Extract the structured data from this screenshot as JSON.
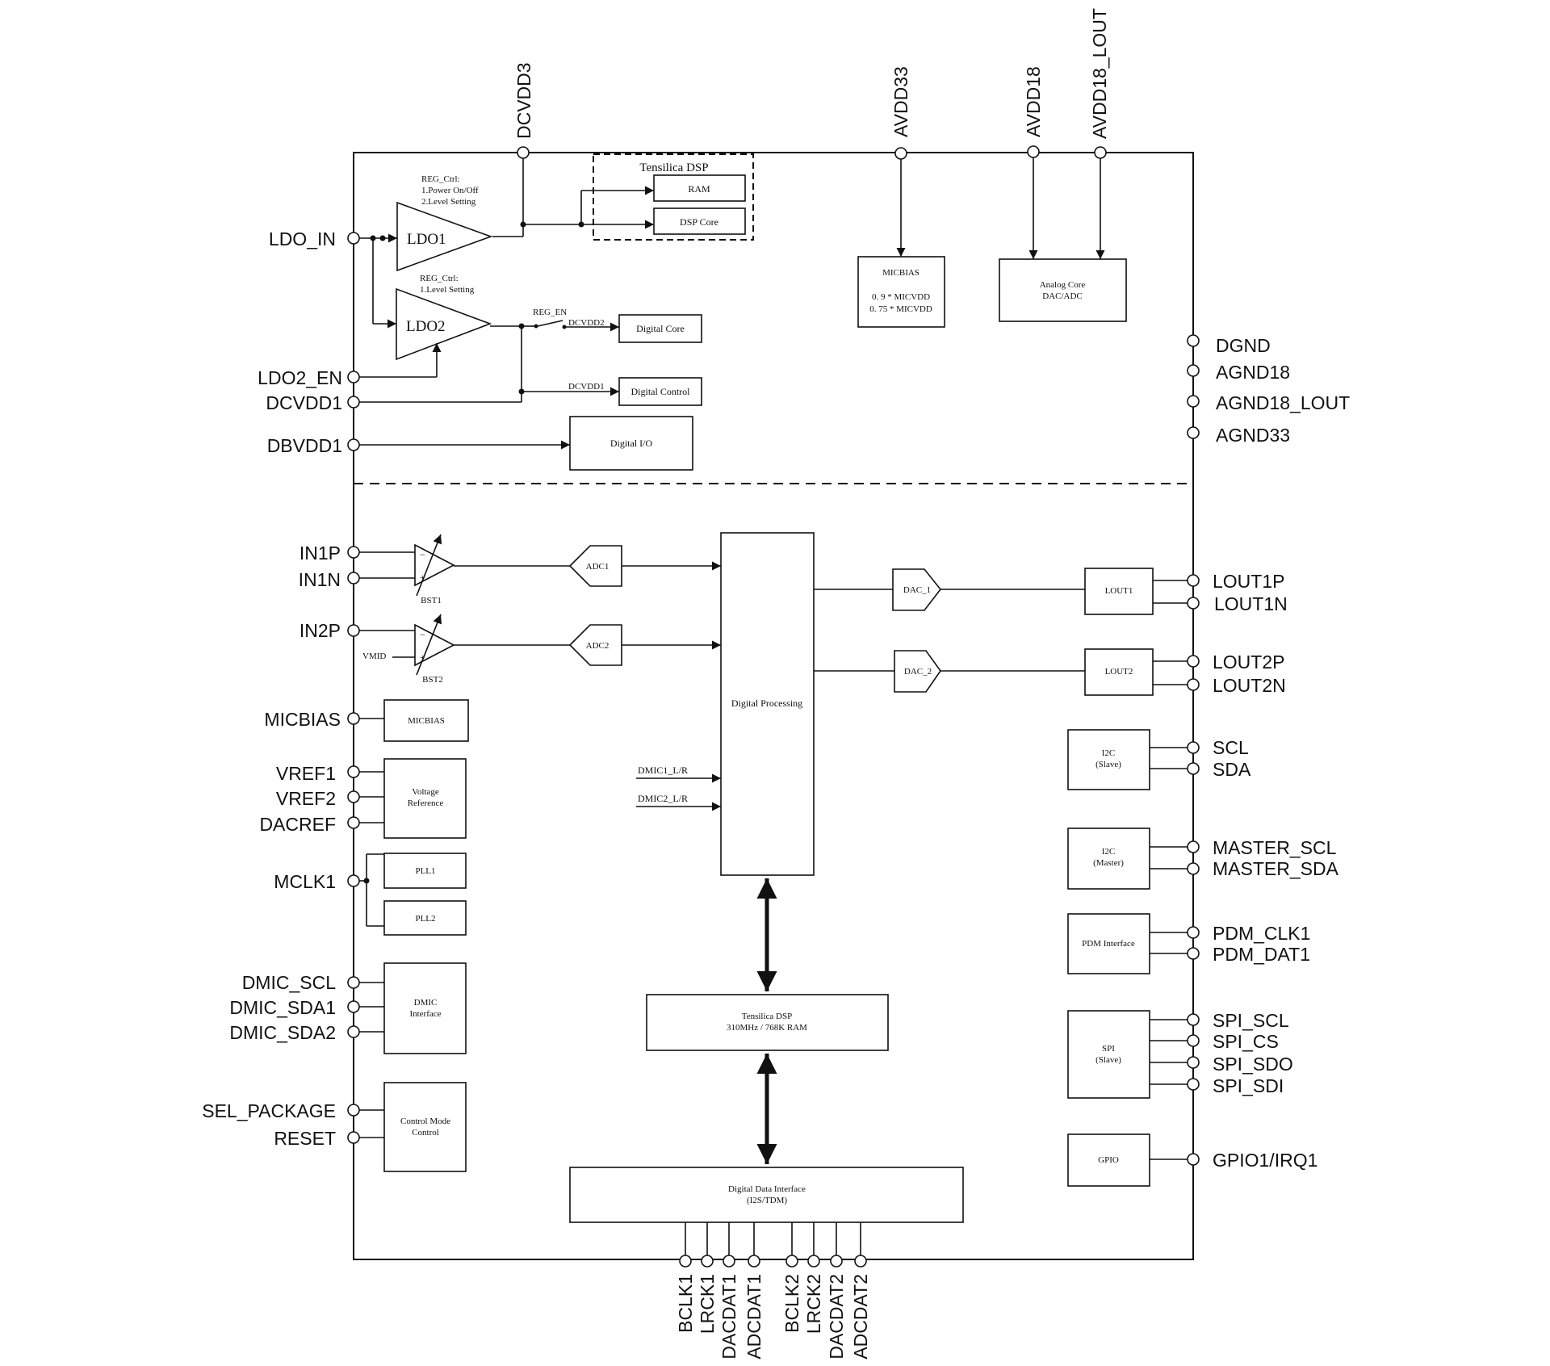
{
  "pins": {
    "top": [
      "DCVDD3",
      "AVDD33",
      "AVDD18",
      "AVDD18_LOUT"
    ],
    "left_power": [
      "LDO_IN",
      "LDO2_EN",
      "DCVDD1",
      "DBVDD1"
    ],
    "right_ground": [
      "DGND",
      "AGND18",
      "AGND18_LOUT",
      "AGND33"
    ],
    "left_signal": [
      "IN1P",
      "IN1N",
      "IN2P",
      "MICBIAS",
      "VREF1",
      "VREF2",
      "DACREF",
      "MCLK1",
      "DMIC_SCL",
      "DMIC_SDA1",
      "DMIC_SDA2",
      "SEL_PACKAGE",
      "RESET"
    ],
    "right_signal": [
      "LOUT1P",
      "LOUT1N",
      "LOUT2P",
      "LOUT2N",
      "SCL",
      "SDA",
      "MASTER_SCL",
      "MASTER_SDA",
      "PDM_CLK1",
      "PDM_DAT1",
      "SPI_SCL",
      "SPI_CS",
      "SPI_SDO",
      "SPI_SDI",
      "GPIO1/IRQ1"
    ],
    "bottom": [
      "BCLK1",
      "LRCK1",
      "DACDAT1",
      "ADCDAT1",
      "BCLK2",
      "LRCK2",
      "DACDAT2",
      "ADCDAT2"
    ]
  },
  "blocks": {
    "tensilica_top": "Tensilica DSP",
    "ram": "RAM",
    "dsp_core": "DSP Core",
    "micbias_top": [
      "MICBIAS",
      "0. 9 * MICVDD",
      "0. 75 * MICVDD"
    ],
    "analog_core": [
      "Analog Core",
      "DAC/ADC"
    ],
    "ldo1": "LDO1",
    "ldo2": "LDO2",
    "reg_ctrl1": [
      "REG_Ctrl:",
      "1.Power On/Off",
      "2.Level Setting"
    ],
    "reg_ctrl2": [
      "REG_Ctrl:",
      "1.Level Setting"
    ],
    "reg_en": "REG_EN",
    "dcvdd2": "DCVDD2",
    "dcvdd1_label": "DCVDD1",
    "digital_core": "Digital Core",
    "digital_control": "Digital Control",
    "digital_io": "Digital I/O",
    "bst1": "BST1",
    "bst2": "BST2",
    "vmid": "VMID",
    "adc1": "ADC1",
    "adc2": "ADC2",
    "digital_processing": "Digital Processing",
    "dac1": "DAC_1",
    "dac2": "DAC_2",
    "lout1": "LOUT1",
    "lout2": "LOUT2",
    "micbias_blk": "MICBIAS",
    "voltage_reference": [
      "Voltage",
      "Reference"
    ],
    "pll1": "PLL1",
    "pll2": "PLL2",
    "dmic_interface": [
      "DMIC",
      "Interface"
    ],
    "control_mode": [
      "Control Mode",
      "Control"
    ],
    "dmic1_lr": "DMIC1_L/R",
    "dmic2_lr": "DMIC2_L/R",
    "tensilica_mid": [
      "Tensilica DSP",
      "310MHz / 768K  RAM"
    ],
    "ddi": [
      "Digital Data Interface",
      "(I2S/TDM)"
    ],
    "i2c_slave": [
      "I2C",
      "(Slave)"
    ],
    "i2c_master": [
      "I2C",
      "(Master)"
    ],
    "pdm": "PDM Interface",
    "spi": [
      "SPI",
      "(Slave)"
    ],
    "gpio": "GPIO",
    "minus": "−",
    "plus": "+"
  }
}
